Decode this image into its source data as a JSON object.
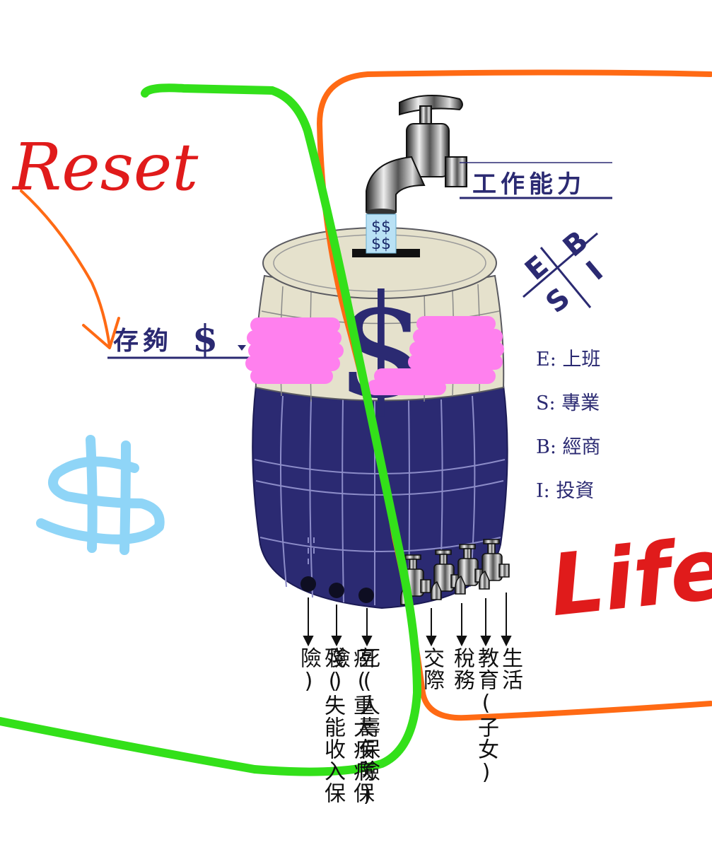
{
  "annotations": {
    "reset": "Reset",
    "life": "Life"
  },
  "labels": {
    "save_enough": "存夠",
    "save_enough_symbol": "$",
    "work_ability": "工作能力",
    "faucet_money": [
      "$$",
      "$$"
    ],
    "barrel_symbol": "$",
    "big_dollar": "$"
  },
  "esbi": {
    "letters": {
      "E": "E",
      "B": "B",
      "S": "S",
      "I": "I"
    },
    "items": [
      {
        "key": "E:",
        "text": "上班"
      },
      {
        "key": "S:",
        "text": "專業"
      },
      {
        "key": "B:",
        "text": "經商"
      },
      {
        "key": "I:",
        "text": "投資"
      }
    ]
  },
  "outflows": {
    "risks": [
      "殘(失能收入保險)",
      "癌(重大疾病保險)",
      "死(人壽保險)"
    ],
    "expenses": [
      "交際",
      "稅務",
      "教育(子女)",
      "生活"
    ]
  },
  "colors": {
    "navy": "#2b2a72",
    "cream": "#e5e1cc",
    "green": "#33e01a",
    "orange": "#ff6a14",
    "red": "#e01b1b",
    "pink": "#ff80ee",
    "lightblue": "#8fd5f7"
  }
}
